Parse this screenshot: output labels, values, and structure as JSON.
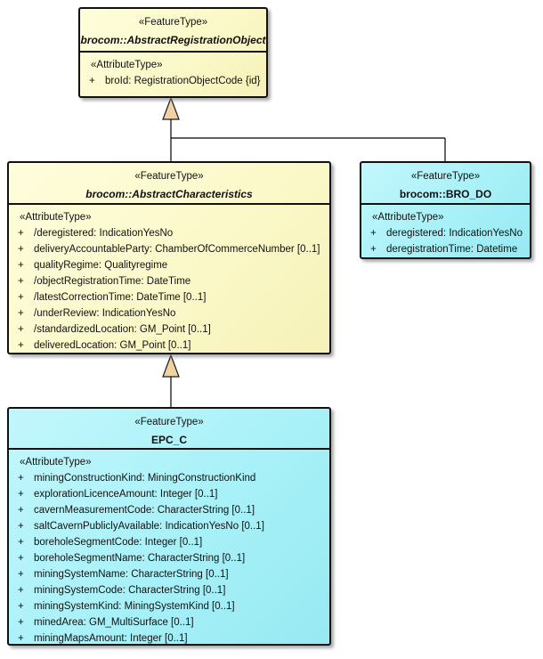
{
  "colors": {
    "class_fill_yellow": "#FBF9C9",
    "class_fill_cyan": "#A8F1F8",
    "border": "#111111",
    "generalization_arrow_fill": "#EFD3A3",
    "connector_line": "#000000",
    "background": "#FFFFFF"
  },
  "classes": [
    {
      "stereotype": "«FeatureType»",
      "name": "brocom::AbstractRegistrationObject",
      "attr_stereotype": "«AttributeType»",
      "attributes": [
        {
          "vis": "+",
          "text": "broId: RegistrationObjectCode {id}"
        }
      ]
    },
    {
      "stereotype": "«FeatureType»",
      "name": "brocom::AbstractCharacteristics",
      "attr_stereotype": "«AttributeType»",
      "attributes": [
        {
          "vis": "+",
          "text": "/deregistered: IndicationYesNo"
        },
        {
          "vis": "+",
          "text": "deliveryAccountableParty: ChamberOfCommerceNumber [0..1]"
        },
        {
          "vis": "+",
          "text": "qualityRegime: Qualityregime"
        },
        {
          "vis": "+",
          "text": "/objectRegistrationTime: DateTime"
        },
        {
          "vis": "+",
          "text": "/latestCorrectionTime: DateTime [0..1]"
        },
        {
          "vis": "+",
          "text": "/underReview: IndicationYesNo"
        },
        {
          "vis": "+",
          "text": "/standardizedLocation: GM_Point [0..1]"
        },
        {
          "vis": "+",
          "text": "deliveredLocation: GM_Point [0..1]"
        }
      ]
    },
    {
      "stereotype": "«FeatureType»",
      "name": "brocom::BRO_DO",
      "attr_stereotype": "«AttributeType»",
      "attributes": [
        {
          "vis": "+",
          "text": "deregistered: IndicationYesNo"
        },
        {
          "vis": "+",
          "text": "deregistrationTime: Datetime"
        }
      ]
    },
    {
      "stereotype": "«FeatureType»",
      "name": "EPC_C",
      "attr_stereotype": "«AttributeType»",
      "attributes": [
        {
          "vis": "+",
          "text": "miningConstructionKind: MiningConstructionKind"
        },
        {
          "vis": "+",
          "text": "explorationLicenceAmount: Integer [0..1]"
        },
        {
          "vis": "+",
          "text": "cavernMeasurementCode: CharacterString [0..1]"
        },
        {
          "vis": "+",
          "text": "saltCavernPubliclyAvailable: IndicationYesNo [0..1]"
        },
        {
          "vis": "+",
          "text": "boreholeSegmentCode: Integer [0..1]"
        },
        {
          "vis": "+",
          "text": "boreholeSegmentName: CharacterString [0..1]"
        },
        {
          "vis": "+",
          "text": "miningSystemName: CharacterString [0..1]"
        },
        {
          "vis": "+",
          "text": "miningSystemCode: CharacterString [0..1]"
        },
        {
          "vis": "+",
          "text": "miningSystemKind: MiningSystemKind [0..1]"
        },
        {
          "vis": "+",
          "text": "minedArea: GM_MultiSurface [0..1]"
        },
        {
          "vis": "+",
          "text": "miningMapsAmount: Integer [0..1]"
        }
      ]
    }
  ]
}
